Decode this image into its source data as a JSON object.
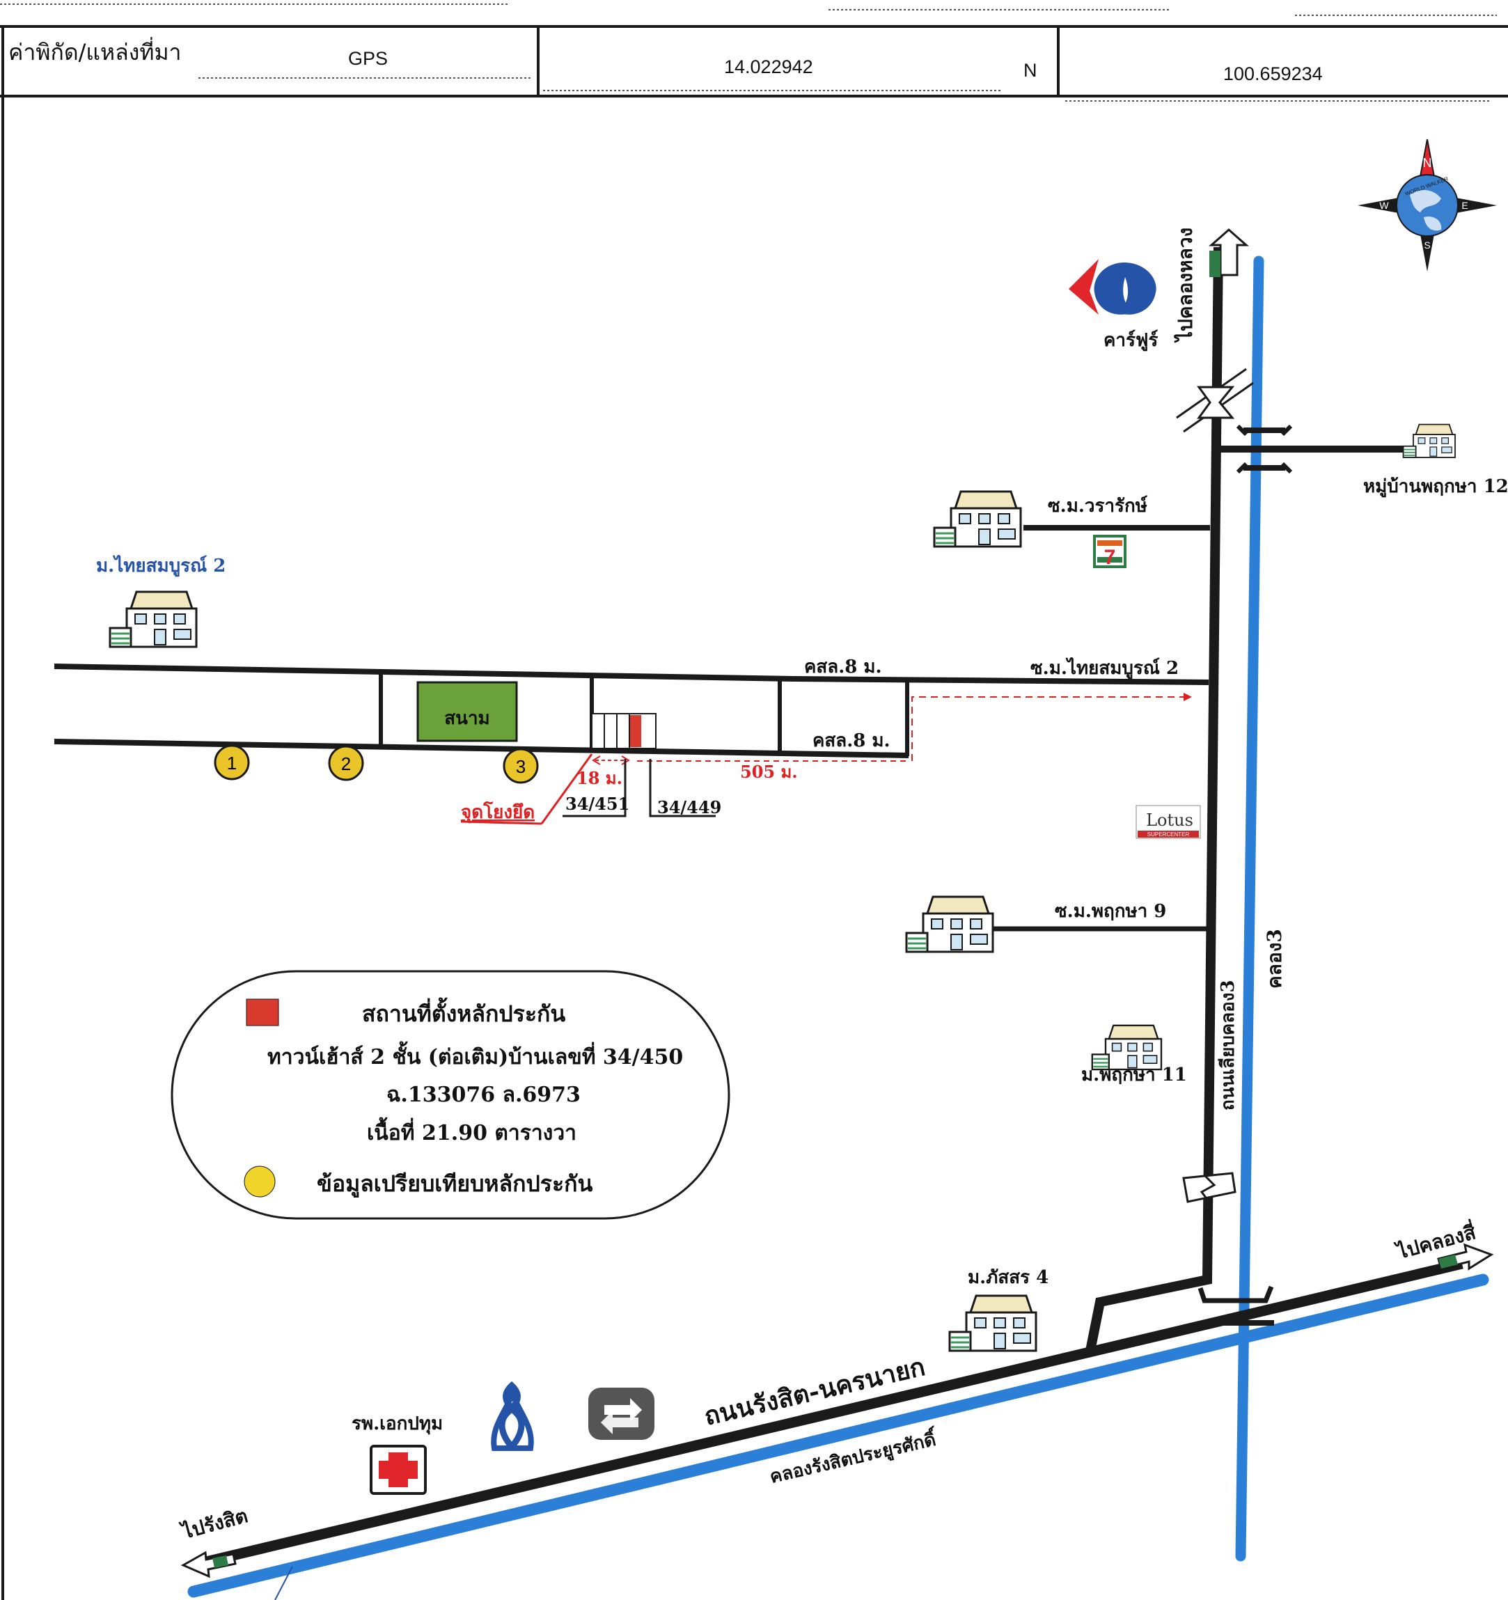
{
  "header": {
    "coord_source_label": "ค่าพิกัด/แหล่งที่มา",
    "coord_source_value": "GPS",
    "latitude": "14.022942",
    "hemisphere": "N",
    "longitude": "100.659234"
  },
  "compass": {
    "n": "N",
    "s": "S",
    "e": "E",
    "w": "W",
    "globe_text": "WORLD WALKER"
  },
  "roads": {
    "main_highway": "ถนนรังสิต-นครนายก",
    "canal_main": "คลองรังสิตประยูรศักดิ์",
    "canal_3": "คลอง3",
    "canal_road": "ถนนเลียบคลอง3",
    "to_khlong_luang": "ไปคลองหลวง",
    "to_rangsit": "ไปรังสิต",
    "to_khlong_si": "ไปคลองสี่"
  },
  "places": {
    "carrefour": "คาร์ฟูร์",
    "pruksa_12": "หมู่บ้านพฤกษา 12",
    "warasak": "ซ.ม.วรารักษ์",
    "thaisomboon_village": "ม.ไทยสมบูรณ์ 2",
    "thaisomboon_soi": "ซ.ม.ไทยสมบูรณ์ 2",
    "road_8m_upper": "คสล.8 ม.",
    "road_8m_lower": "คสล.8 ม.",
    "field": "สนาม",
    "lotus": "Lotus",
    "lotus_sub": "SUPERCENTER",
    "pruksa_9": "ซ.ม.พฤกษา 9",
    "pruksa_11": "ม.พฤกษา 11",
    "passorn_4": "ม.ภัสสร 4",
    "hospital": "รพ.เอกปทุม",
    "seven_eleven": "7"
  },
  "annotations": {
    "dist_18": "18 ม.",
    "dist_505": "505 ม.",
    "reference_point": "จุดโยงยึด",
    "house_451": "34/451",
    "house_449": "34/449"
  },
  "comparables": [
    "1",
    "2",
    "3"
  ],
  "legend": {
    "collateral_title": "สถานที่ตั้งหลักประกัน",
    "line_1": "ทาวน์เฮ้าส์ 2 ชั้น (ต่อเติม)บ้านเลขที่ 34/450",
    "line_2": "ฉ.133076 ล.6973",
    "line_3": "เนื้อที่ 21.90 ตารางวา",
    "comparison_label": "ข้อมูลเปรียบเทียบหลักประกัน"
  },
  "colors": {
    "road": "#1a1a1a",
    "canal": "#2b7fd6",
    "field": "#6aa13a",
    "marker": "#e9c52a",
    "collateral": "#d93a2e",
    "annotation": "#e02020",
    "label_blue": "#2453a8"
  }
}
